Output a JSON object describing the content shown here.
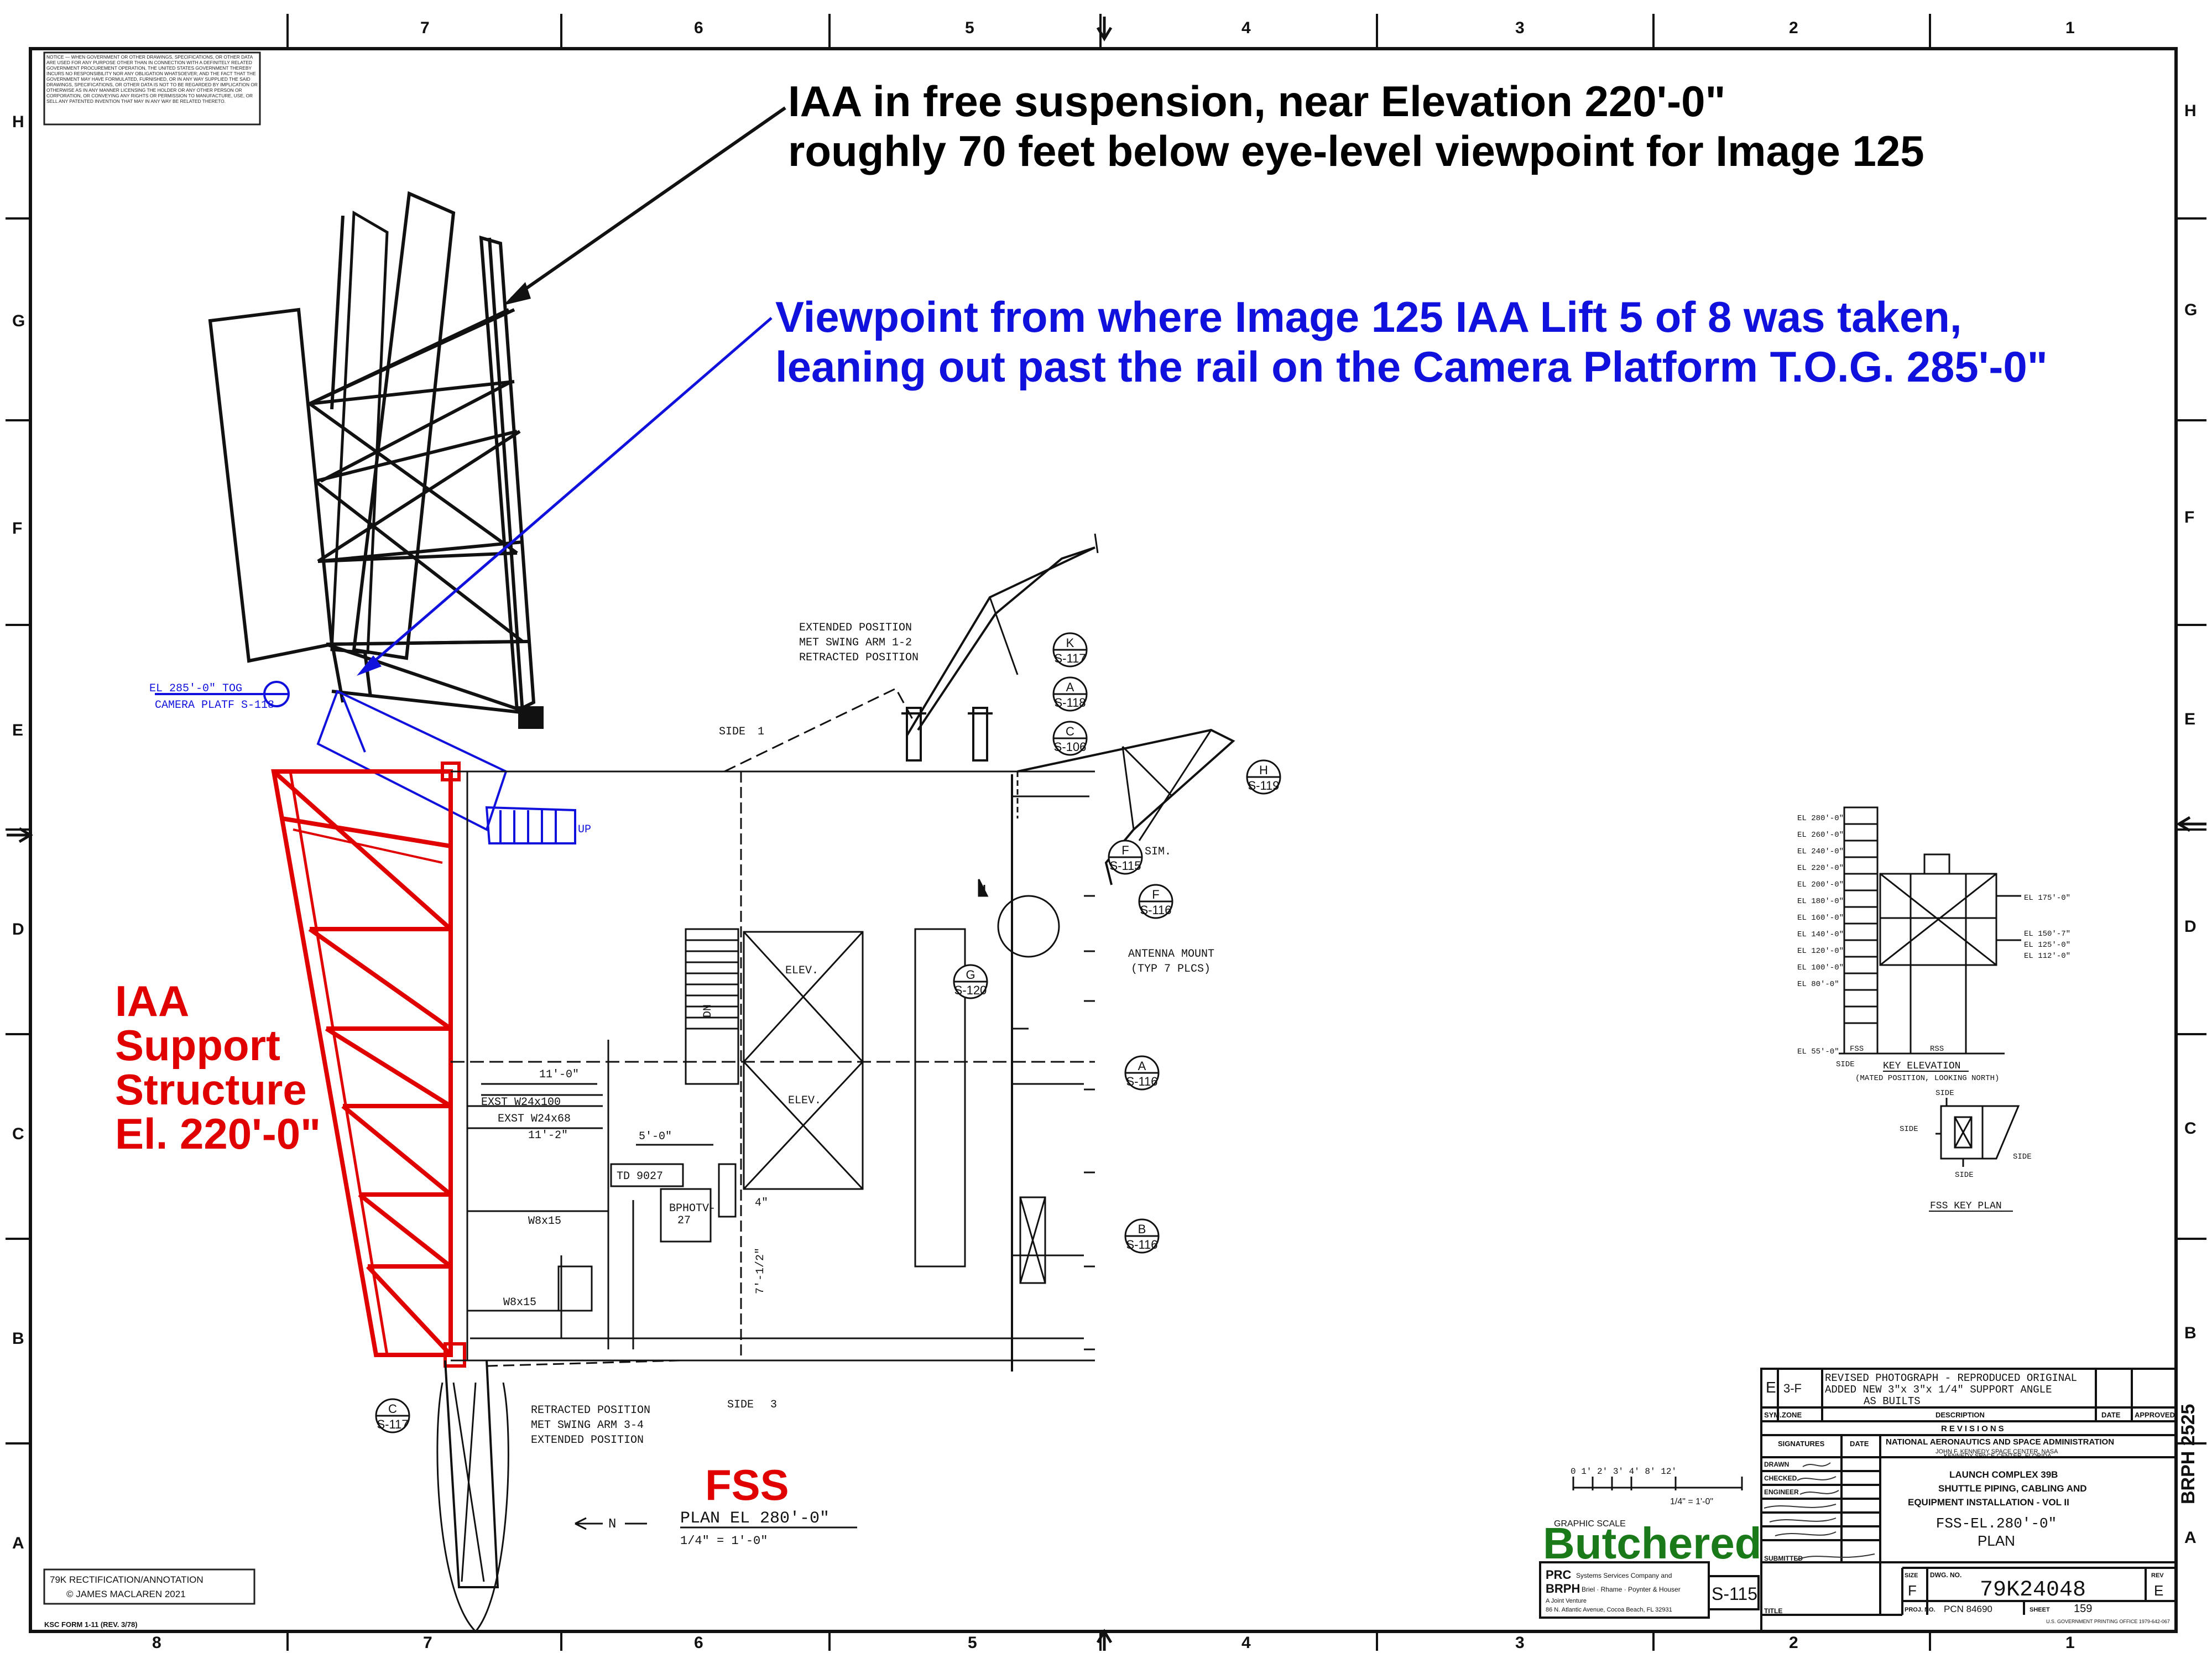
{
  "annotations": {
    "iaa_line1": "IAA in free suspension, near Elevation 220'-0\"",
    "iaa_line2": "roughly 70 feet below eye-level viewpoint for Image 125",
    "viewpoint_line1": "Viewpoint from where Image 125 IAA Lift 5 of 8 was taken,",
    "viewpoint_line2": "leaning out past the rail on the Camera Platform T.O.G. 285'-0\"",
    "support_line1": "IAA",
    "support_line2": "Support",
    "support_line3": "Structure",
    "support_line4": "El. 220'-0\"",
    "fss": "FSS",
    "butchered": "Butchered"
  },
  "colors": {
    "annotation_black": "#000000",
    "annotation_blue": "#1111dd",
    "annotation_red": "#e00000",
    "annotation_green": "#1a7a1a"
  },
  "border": {
    "top_numbers": [
      "7",
      "6",
      "5",
      "4",
      "3",
      "2",
      "1"
    ],
    "bottom_numbers": [
      "8",
      "7",
      "6",
      "5",
      "4",
      "3",
      "2",
      "1"
    ],
    "left_letters": [
      "H",
      "G",
      "F",
      "E",
      "D",
      "C",
      "B",
      "A"
    ],
    "right_letters": [
      "H",
      "G",
      "F",
      "E",
      "D",
      "C",
      "B",
      "A"
    ]
  },
  "drawing_labels": {
    "camera_platform": "EL 285'-0\" TOG",
    "camera_platform2": "CAMERA PLATF S-118",
    "up": "UP",
    "side1": "SIDE",
    "side1_num": "1",
    "side3": "SIDE",
    "side3_num": "3",
    "extended_top1": "EXTENDED POSITION",
    "extended_top2": "MET SWING ARM 1-2",
    "extended_top3": "RETRACTED POSITION",
    "retracted_bot1": "RETRACTED POSITION",
    "retracted_bot2": "MET SWING ARM 3-4",
    "retracted_bot3": "EXTENDED POSITION",
    "elev1": "ELEV.",
    "elev2": "ELEV.",
    "antenna1": "ANTENNA MOUNT",
    "antenna2": "(TYP 7 PLCS)",
    "dim_11_0": "11'-0\"",
    "exst1": "EXST W24x100",
    "exst2": "EXST W24x68",
    "dim_11_2": "11'-2\"",
    "dim_5_0": "5'-0\"",
    "td9027": "TD 9027",
    "bphotv": "BPHOTV-",
    "bphotv2": "27",
    "w8x15a": "W8x15",
    "w8x15b": "W8x15",
    "sim": "SIM.",
    "dn": "DN",
    "dim_4": "4\"",
    "dim_7": "7'-1/2\"",
    "plan_title": "PLAN EL 280'-0\"",
    "plan_scale": "1/4\" = 1'-0\"",
    "north": "N",
    "graphic_scale": "GRAPHIC SCALE",
    "scale_ticks": "0 1' 2' 3' 4'      8'       12'",
    "scale_note": "1/4\" = 1'-0\""
  },
  "callouts": [
    {
      "top": "K",
      "bottom": "S-117"
    },
    {
      "top": "A",
      "bottom": "S-118"
    },
    {
      "top": "C",
      "bottom": "S-106"
    },
    {
      "top": "H",
      "bottom": "S-119"
    },
    {
      "top": "F",
      "bottom": "S-115"
    },
    {
      "top": "F",
      "bottom": "S-116"
    },
    {
      "top": "G",
      "bottom": "S-120"
    },
    {
      "top": "A",
      "bottom": "S-116"
    },
    {
      "top": "B",
      "bottom": "S-116"
    },
    {
      "top": "C",
      "bottom": "S-117"
    }
  ],
  "key_elevation": {
    "levels": [
      "EL 280'-0\"",
      "EL 260'-0\"",
      "EL 240'-0\"",
      "EL 220'-0\"",
      "EL 200'-0\"",
      "EL 180'-0\"",
      "EL 160'-0\"",
      "EL 140'-0\"",
      "EL 120'-0\"",
      "EL 100'-0\"",
      "EL 80'-0\"",
      "EL 55'-0\""
    ],
    "right_levels": [
      "EL 175'-0\"",
      "EL 150'-7\"",
      "EL 125'-0\"",
      "EL 112'-0\""
    ],
    "fss": "FSS",
    "rss": "RSS",
    "side": "SIDE",
    "title": "KEY ELEVATION",
    "subtitle": "(MATED POSITION, LOOKING NORTH)"
  },
  "key_plan": {
    "title": "FSS KEY PLAN",
    "side": "SIDE"
  },
  "title_block": {
    "rev_letter": "E",
    "zone": "3-F",
    "rev_desc1": "REVISED PHOTOGRAPH - REPRODUCED ORIGINAL",
    "rev_desc2": "ADDED NEW 3\"x 3\"x 1/4\" SUPPORT ANGLE",
    "rev_desc3": "AS BUILTS",
    "hdr_sym": "SYM.",
    "hdr_zone": "ZONE",
    "hdr_desc": "DESCRIPTION",
    "hdr_date": "DATE",
    "hdr_approved": "APPROVED",
    "revisions": "REVISIONS",
    "signatures": "SIGNATURES",
    "date": "DATE",
    "drawn": "DRAWN",
    "checked": "CHECKED",
    "engineer": "ENGINEER",
    "submitted": "SUBMITTED",
    "agency1": "NATIONAL AERONAUTICS AND SPACE ADMINISTRATION",
    "agency2": "JOHN F. KENNEDY SPACE CENTER, NASA",
    "agency3": "KENNEDY SPACE CENTER, FLORIDA",
    "project1": "LAUNCH COMPLEX 39B",
    "project2": "SHUTTLE PIPING, CABLING AND",
    "project3": "EQUIPMENT INSTALLATION - VOL II",
    "sheet_title1": "FSS-EL.280'-0\"",
    "sheet_title2": "PLAN",
    "size_label": "SIZE",
    "size": "F",
    "dwg_label": "DWG. NO.",
    "dwg_no": "79K24048",
    "rev_label": "REV",
    "rev": "E",
    "proj_label": "PROJ. NO.",
    "proj_no": "PCN 84690",
    "sheet_label": "SHEET",
    "sheet_no": "159",
    "title_label": "TITLE",
    "side_code": "BRPH 2525",
    "s_code": "S-115",
    "prc": "PRC",
    "prc_desc": "Systems Services Company and",
    "brph": "BRPH",
    "brph_desc": "Briel · Rhame · Poynter & Houser",
    "brph_desc2": "A Joint Venture",
    "brph_addr": "86 N. Atlantic Avenue, Cocoa Beach, FL 32931",
    "printing": "U.S. GOVERNMENT PRINTING OFFICE 1979-642-067"
  },
  "notice": "NOTICE — WHEN GOVERNMENT OR OTHER DRAWINGS, SPECIFICATIONS, OR OTHER DATA ARE USED FOR ANY PURPOSE OTHER THAN IN CONNECTION WITH A DEFINITELY RELATED GOVERNMENT PROCUREMENT OPERATION, THE UNITED STATES GOVERNMENT THEREBY INCURS NO RESPONSIBILITY NOR ANY OBLIGATION WHATSOEVER; AND THE FACT THAT THE GOVERNMENT MAY HAVE FORMULATED, FURNISHED, OR IN ANY WAY SUPPLIED THE SAID DRAWINGS, SPECIFICATIONS, OR OTHER DATA IS NOT TO BE REGARDED BY IMPLICATION OR OTHERWISE AS IN ANY MANNER LICENSING THE HOLDER OR ANY OTHER PERSON OR CORPORATION, OR CONVEYING ANY RIGHTS OR PERMISSION TO MANUFACTURE, USE, OR SELL ANY PATENTED INVENTION THAT MAY IN ANY WAY BE RELATED THERETO.",
  "copyright1": "79K RECTIFICATION/ANNOTATION",
  "copyright2": "© JAMES MACLAREN 2021",
  "ksc_form": "KSC FORM 1-11 (REV. 3/78)"
}
